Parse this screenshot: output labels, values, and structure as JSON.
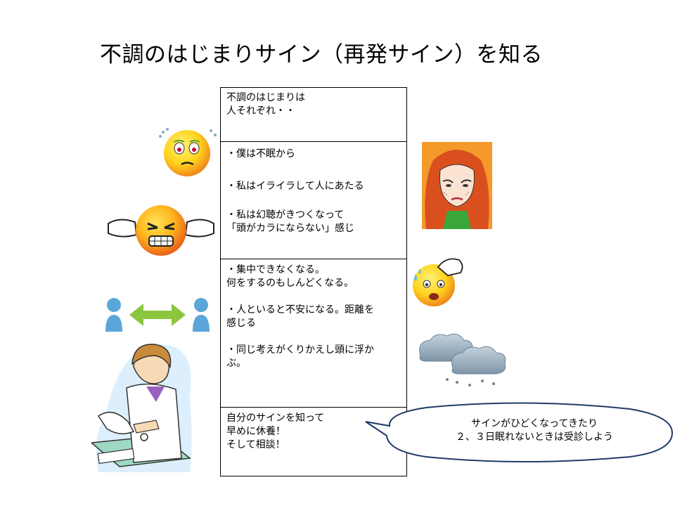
{
  "slide": {
    "title": "不調のはじまりサイン（再発サイン）を知る"
  },
  "table": {
    "rows": [
      {
        "lines": [
          "不調のはじまりは",
          "人それぞれ・・"
        ]
      },
      {
        "lines": [
          "・僕は不眠から",
          "",
          "・私はイライラして人にあたる",
          "",
          "・私は幻聴がきつくなって",
          "「頭がカラにならない」感じ"
        ]
      },
      {
        "lines": [
          "・集中できなくなる。",
          "何をするのもしんどくなる。",
          "",
          "・人といると不安になる。距離を",
          "感じる",
          "",
          "・同じ考えがくりかえし頭に浮か",
          "ぶ。"
        ]
      },
      {
        "lines": [
          "自分のサインを知って",
          "早めに休養！",
          "そして相談！"
        ]
      }
    ]
  },
  "callout": {
    "line1": "サインがひどくなってきたり",
    "line2": "２、３日眠れないときは受診しよう"
  },
  "colors": {
    "emoji_yellow": "#FFD21C",
    "emoji_orange": "#F08A1C",
    "person_blue": "#5BA6D8",
    "arrow_green": "#8CC63F",
    "hair_red": "#D9501E",
    "frame_orange": "#F39A2A",
    "callout_stroke": "#1F3A66",
    "cloud_gray": "#9FB3C3"
  }
}
